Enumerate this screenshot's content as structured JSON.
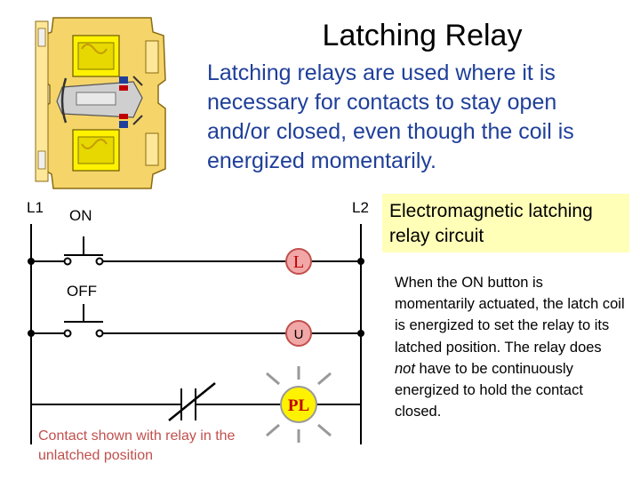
{
  "slide": {
    "title": "Latching Relay",
    "subtitle": "Latching relays are used where it is necessary for contacts to stay open and/or closed, even though the coil is energized momentarily.",
    "terminal_left": "L1",
    "terminal_right": "L2",
    "on_label": "ON",
    "off_label": "OFF",
    "coil_latch_label": "L",
    "coil_unlatch_label": "U",
    "pilot_light_label": "PL",
    "circuit_caption": "Electromagnetic latching relay circuit",
    "explanation_part1": "When the ON button is momentarily actuated, the latch coil is energized to set the relay to its latched position. The relay does ",
    "explanation_emphasis": "not",
    "explanation_part2": " have to be continuously energized to hold the contact closed.",
    "contact_note": "Contact shown with relay in the unlatched position"
  },
  "colors": {
    "subtitle": "#1f3f99",
    "coil_fill": "#f2a7a7",
    "coil_stroke": "#c0504d",
    "coil_text": "#c00000",
    "pilot_fill": "#fff200",
    "pilot_text": "#c00000",
    "caption_bg": "#ffffb8",
    "note": "#c0504d",
    "wire": "#000000"
  },
  "icons": [
    "relay-photo-icon",
    "pilot-light-icon"
  ]
}
